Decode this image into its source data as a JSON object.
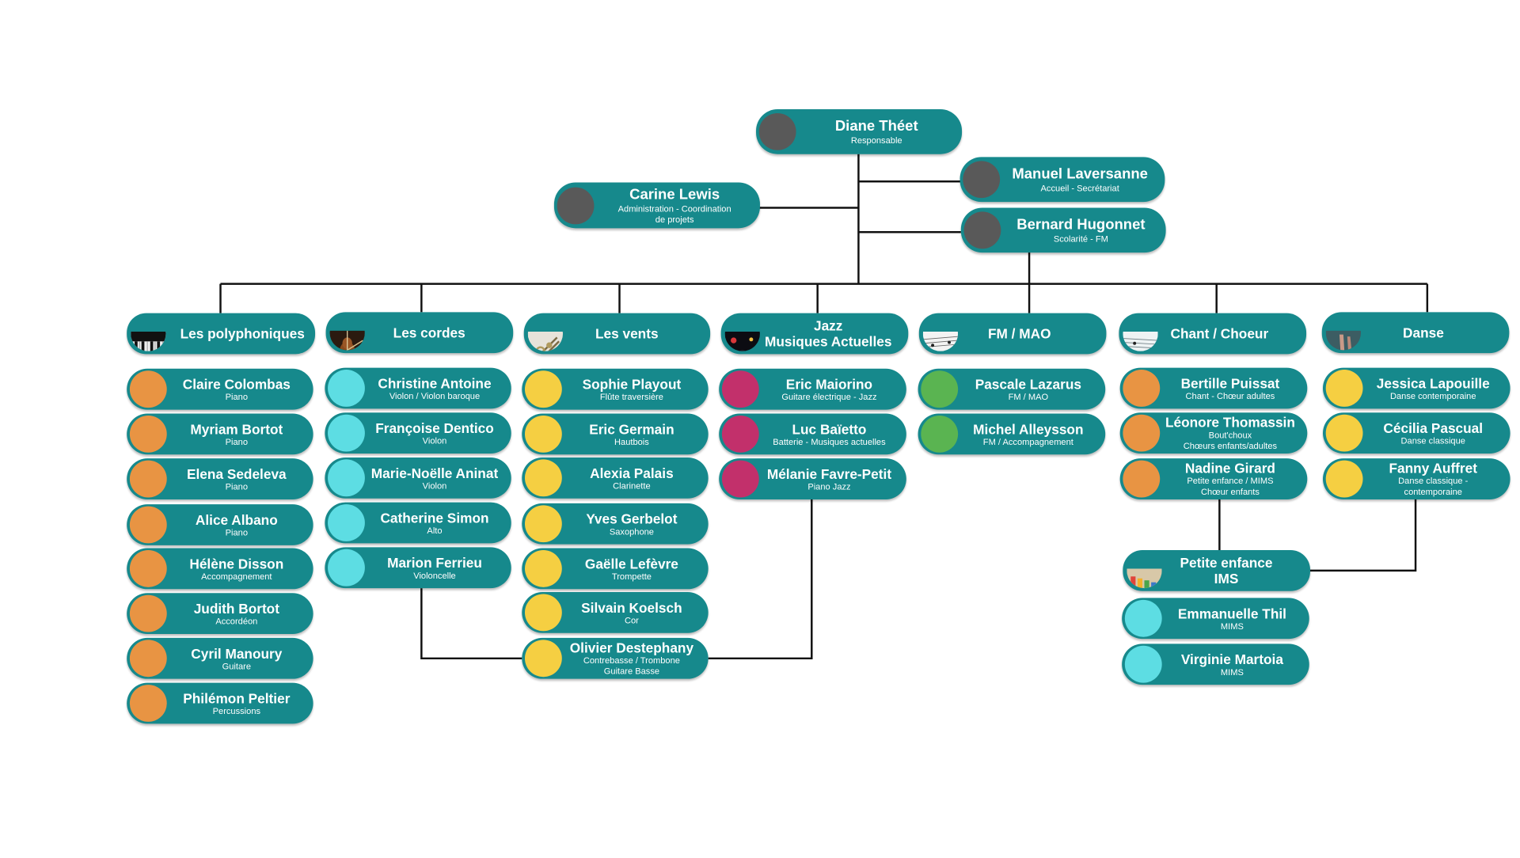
{
  "colors": {
    "pill": "#16898c",
    "line": "#111111",
    "head": "#595959",
    "orange": "#e89443",
    "cyan": "#5ddde3",
    "yellow": "#f5cf42",
    "magenta": "#c2306b",
    "green": "#5ab451"
  },
  "head": {
    "diane": {
      "name": "Diane Théet",
      "role": "Responsable"
    },
    "manuel": {
      "name": "Manuel Laversanne",
      "role": "Accueil - Secrétariat"
    },
    "carine": {
      "name": "Carine Lewis",
      "role": "Administration - Coordination\nde projets"
    },
    "bernard": {
      "name": "Bernard Hugonnet",
      "role": "Scolarité - FM"
    }
  },
  "categories": {
    "polyphoniques": "Les polyphoniques",
    "cordes": "Les cordes",
    "vents": "Les vents",
    "jazz": "Jazz\nMusiques Actuelles",
    "fm": "FM / MAO",
    "chant": "Chant / Choeur",
    "danse": "Danse",
    "petite_enfance": "Petite enfance\nIMS"
  },
  "thumb_icons": {
    "polyphoniques": "piano-keys-icon",
    "cordes": "violin-icon",
    "vents": "brass-icon",
    "jazz": "stage-icon",
    "fm": "sheet-music-icon",
    "chant": "sheet-music-icon",
    "danse": "dancer-icon",
    "petite_enfance": "xylophone-icon"
  },
  "polyphoniques": [
    {
      "name": "Claire Colombas",
      "role": "Piano"
    },
    {
      "name": "Myriam Bortot",
      "role": "Piano"
    },
    {
      "name": "Elena Sedeleva",
      "role": "Piano"
    },
    {
      "name": "Alice Albano",
      "role": "Piano"
    },
    {
      "name": "Hélène Disson",
      "role": "Accompagnement"
    },
    {
      "name": "Judith Bortot",
      "role": "Accordéon"
    },
    {
      "name": "Cyril Manoury",
      "role": "Guitare"
    },
    {
      "name": "Philémon Peltier",
      "role": "Percussions"
    }
  ],
  "cordes": [
    {
      "name": "Christine Antoine",
      "role": "Violon / Violon baroque"
    },
    {
      "name": "Françoise Dentico",
      "role": "Violon"
    },
    {
      "name": "Marie-Noëlle Aninat",
      "role": "Violon"
    },
    {
      "name": "Catherine Simon",
      "role": "Alto"
    },
    {
      "name": "Marion Ferrieu",
      "role": "Violoncelle"
    }
  ],
  "vents": [
    {
      "name": "Sophie Playout",
      "role": "Flûte traversière"
    },
    {
      "name": "Eric Germain",
      "role": "Hautbois"
    },
    {
      "name": "Alexia Palais",
      "role": "Clarinette"
    },
    {
      "name": "Yves Gerbelot",
      "role": "Saxophone"
    },
    {
      "name": "Gaëlle Lefèvre",
      "role": "Trompette"
    },
    {
      "name": "Silvain Koelsch",
      "role": "Cor"
    },
    {
      "name": "Olivier Destephany",
      "role": "Contrebasse / Trombone\nGuitare Basse"
    }
  ],
  "jazz": [
    {
      "name": "Eric Maiorino",
      "role": "Guitare électrique - Jazz"
    },
    {
      "name": "Luc Baïetto",
      "role": "Batterie - Musiques actuelles"
    },
    {
      "name": "Mélanie Favre-Petit",
      "role": "Piano Jazz"
    }
  ],
  "fm": [
    {
      "name": "Pascale Lazarus",
      "role": "FM / MAO"
    },
    {
      "name": "Michel Alleysson",
      "role": "FM / Accompagnement"
    }
  ],
  "chant": [
    {
      "name": "Bertille Puissat",
      "role": "Chant - Chœur adultes"
    },
    {
      "name": "Léonore Thomassin",
      "role": "Bout'choux\nChœurs enfants/adultes"
    },
    {
      "name": "Nadine Girard",
      "role": "Petite enfance / MIMS\nChœur enfants"
    }
  ],
  "danse": [
    {
      "name": "Jessica Lapouille",
      "role": "Danse contemporaine"
    },
    {
      "name": "Cécilia Pascual",
      "role": "Danse classique"
    },
    {
      "name": "Fanny Auffret",
      "role": "Danse classique -\ncontemporaine"
    }
  ],
  "petite_enfance": [
    {
      "name": "Emmanuelle Thil",
      "role": "MIMS"
    },
    {
      "name": "Virginie Martoia",
      "role": "MIMS"
    }
  ]
}
